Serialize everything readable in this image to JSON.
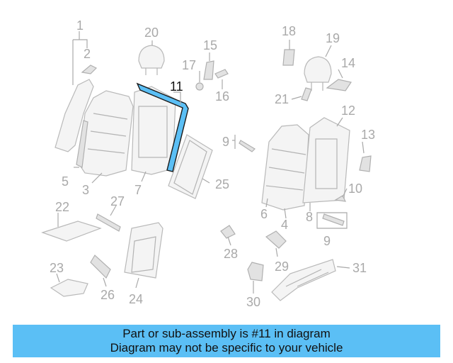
{
  "diagram": {
    "highlight_color": "#5bbff5",
    "highlight_part": "11",
    "callouts": [
      "1",
      "2",
      "3",
      "5",
      "20",
      "17",
      "15",
      "16",
      "11",
      "7",
      "25",
      "18",
      "19",
      "14",
      "21",
      "12",
      "13",
      "9",
      "10",
      "6",
      "4",
      "8",
      "22",
      "27",
      "23",
      "26",
      "24",
      "28",
      "29",
      "31",
      "30"
    ]
  },
  "banner": {
    "line1": "Part or sub-assembly is #11 in diagram",
    "line2": "Diagram may not be specific to your vehicle"
  }
}
